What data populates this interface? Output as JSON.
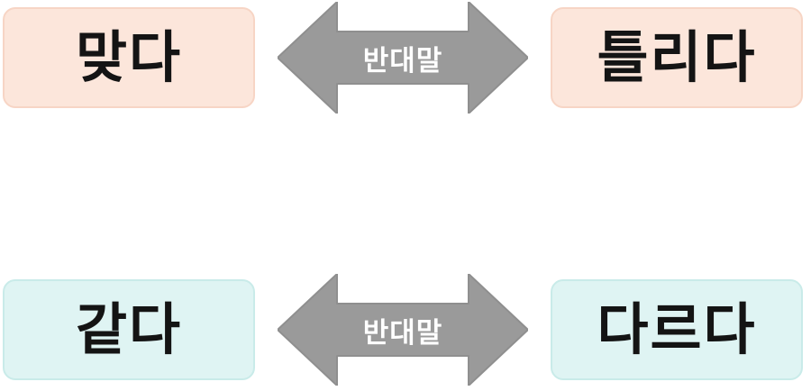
{
  "pairs": [
    {
      "left_word": "맞다",
      "relation": "반대말",
      "right_word": "틀리다",
      "box_color": "#fce6db",
      "border_color": "#f7d5c5"
    },
    {
      "left_word": "같다",
      "relation": "반대말",
      "right_word": "다르다",
      "box_color": "#dff4f3",
      "border_color": "#c9ebe9"
    }
  ],
  "arrow_color": "#9a9a9a",
  "arrow_icon": "double-arrow-icon"
}
